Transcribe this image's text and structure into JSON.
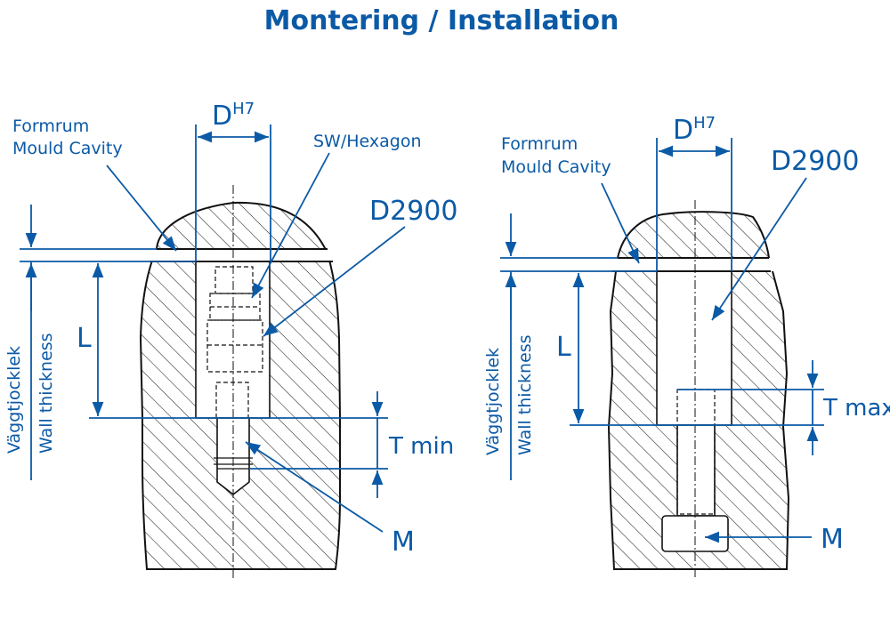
{
  "title": "Montering / Installation",
  "left": {
    "cavity_sv": "Formrum",
    "cavity_en": "Mould Cavity",
    "diameter": "D",
    "diameter_sup": "H7",
    "hexagon": "SW/Hexagon",
    "part": "D2900",
    "length": "L",
    "wall_sv": "Väggtjocklek",
    "wall_en": "Wall thickness",
    "thread_depth": "T min",
    "thread": "M"
  },
  "right": {
    "cavity_sv": "Formrum",
    "cavity_en": "Mould Cavity",
    "diameter": "D",
    "diameter_sup": "H7",
    "part": "D2900",
    "length": "L",
    "wall_sv": "Väggtjocklek",
    "wall_en": "Wall thickness",
    "thread_depth": "T max",
    "thread": "M"
  },
  "colors": {
    "label": "#0b5aa6",
    "drawing": "#111111"
  }
}
